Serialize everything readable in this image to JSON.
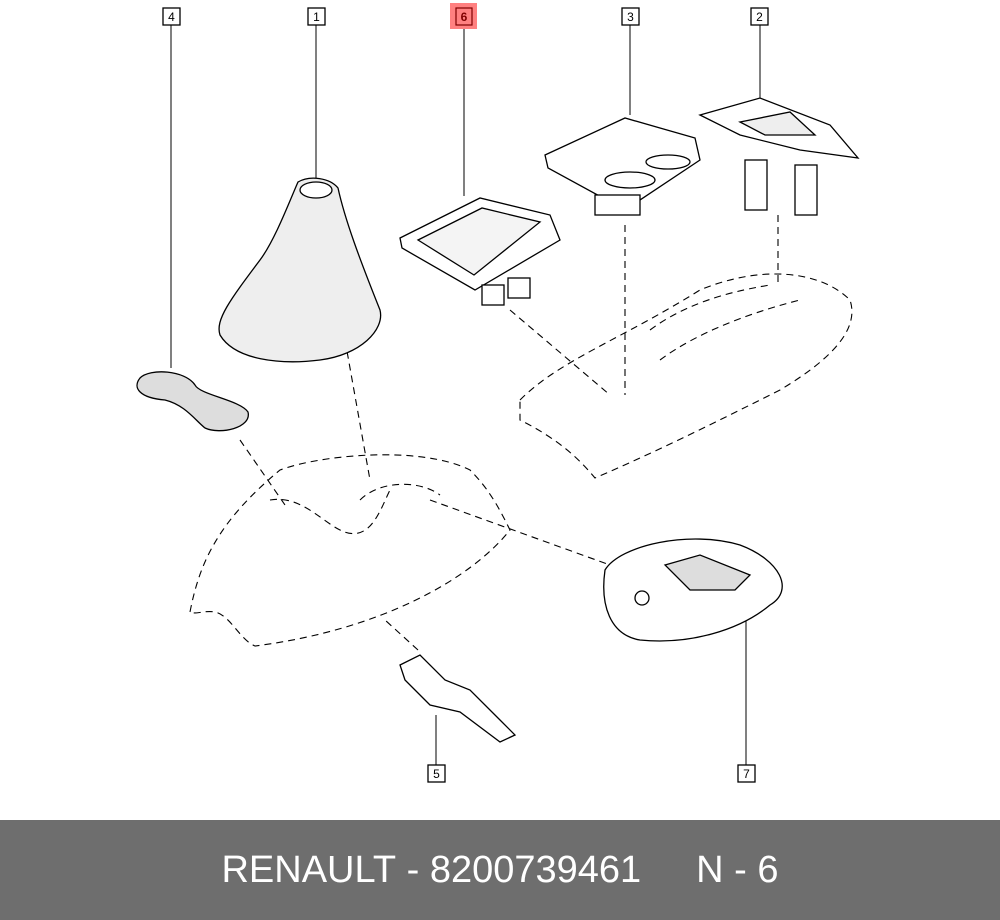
{
  "callouts": [
    {
      "id": "1",
      "label": "1"
    },
    {
      "id": "2",
      "label": "2"
    },
    {
      "id": "3",
      "label": "3"
    },
    {
      "id": "4",
      "label": "4"
    },
    {
      "id": "5",
      "label": "5"
    },
    {
      "id": "6",
      "label": "6",
      "highlighted": true
    },
    {
      "id": "7",
      "label": "7"
    }
  ],
  "colors": {
    "highlight": "#ff8080",
    "footer_bg": "#6e6e6e",
    "footer_text": "#ffffff"
  },
  "footer": {
    "brand": "RENAULT",
    "separator": " - ",
    "part_number": "8200739461",
    "position": "N - 6"
  }
}
